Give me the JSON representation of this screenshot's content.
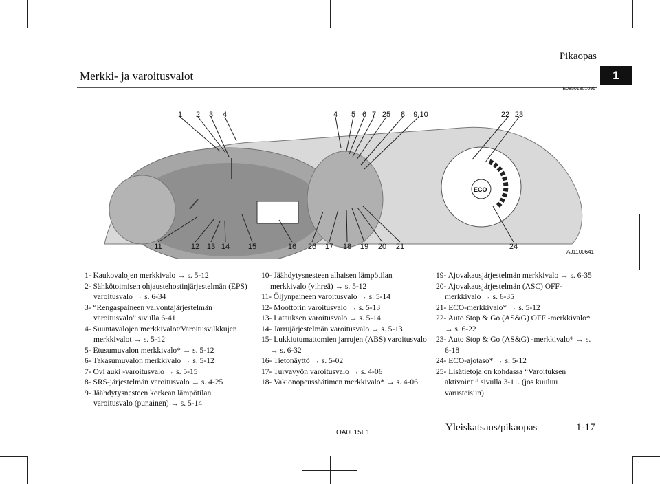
{
  "header": {
    "section": "Pikaopas",
    "title": "Merkki- ja varoitusvalot",
    "tab": "1",
    "doc_code": "E08501301096"
  },
  "figure": {
    "code": "AJ1100641",
    "top_callouts": [
      "1",
      "2",
      "3",
      "4",
      "4",
      "5",
      "6",
      "7",
      "25",
      "8",
      "9,10",
      "22",
      "23"
    ],
    "bottom_callouts": [
      "11",
      "12",
      "13",
      "14",
      "15",
      "16",
      "26",
      "17",
      "18",
      "19",
      "20",
      "21",
      "24"
    ],
    "eco_label": "ECO"
  },
  "legend": {
    "col1": [
      "1- Kaukovalojen merkkivalo → s. 5-12",
      "2- Sähkötoimisen ohjaustehostinjärjestelmän (EPS) varoitusvalo → s. 6-34",
      "3- “Rengaspaineen valvontajärjestelmän varoitusvalo” sivulla 6-41",
      "4- Suuntavalojen merkkivalot/Varoitusvilkkujen merkkivalot → s. 5-12",
      "5- Etusumuvalon merkkivalo* → s. 5-12",
      "6- Takasumuvalon merkkivalo → s. 5-12",
      "7- Ovi auki -varoitusvalo → s. 5-15",
      "8- SRS-järjestelmän varoitusvalo → s. 4-25",
      "9- Jäähdytysnesteen korkean lämpötilan varoitusvalo (punainen) → s. 5-14"
    ],
    "col2": [
      "10- Jäähdytysnesteen alhaisen lämpötilan merkkivalo (vihreä) → s. 5-12",
      "11- Öljynpaineen varoitusvalo → s. 5-14",
      "12- Moottorin varoitusvalo → s. 5-13",
      "13- Latauksen varoitusvalo → s. 5-14",
      "14- Jarrujärjestelmän varoitusvalo → s. 5-13",
      "15- Lukkiutumattomien jarrujen (ABS) varoitusvalo → s. 6-32",
      "16- Tietonäyttö → s. 5-02",
      "17- Turvavyön varoitusvalo → s. 4-06",
      "18- Vakionopeussäätimen merkkivalo* → s. 4-06"
    ],
    "col3": [
      "19- Ajovakausjärjestelmän merkkivalo → s. 6-35",
      "20- Ajovakausjärjestelmän (ASC) OFF-merkkivalo → s. 6-35",
      "21- ECO-merkkivalo* → s. 5-12",
      "22- Auto Stop & Go (AS&G) OFF -merkkivalo* → s. 6-22",
      "23- Auto Stop & Go (AS&G) -merkkivalo* → s. 6-18",
      "24- ECO-ajotaso* → s. 5-12",
      "25- Lisätietoja on kohdassa “Varoituksen aktivointi” sivulla 3-11. (jos kuuluu varusteisiin)"
    ]
  },
  "footer": {
    "code": "OA0L15E1",
    "section": "Yleiskatsaus/pikaopas",
    "page": "1-17"
  }
}
